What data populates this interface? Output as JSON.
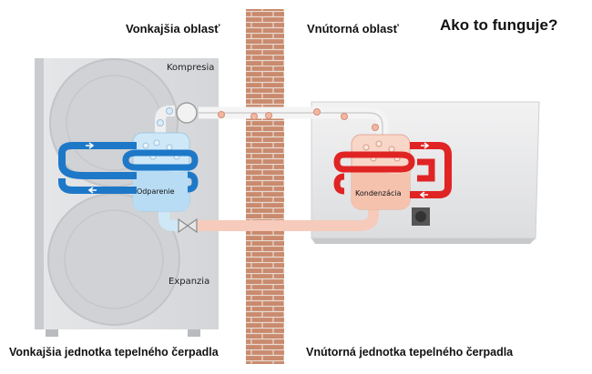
{
  "headings": {
    "outdoor_area": "Vonkajšia oblasť",
    "indoor_area": "Vnútorná oblasť",
    "title": "Ako to funguje?"
  },
  "stages": {
    "compression": "Kompresia",
    "evaporation": "Odparenie",
    "condensation": "Kondenzácia",
    "expansion": "Expanzia"
  },
  "footers": {
    "outdoor_unit": "Vonkajšia jednotka tepelného čerpadla",
    "indoor_unit": "Vnútorná jednotka tepelného čerpadla"
  },
  "colors": {
    "cold_loop": "#1e78c8",
    "hot_loop": "#e02424",
    "brick": "#c9876a",
    "refrigerant_cold": "#bfe3f7",
    "refrigerant_hot": "#f7c7b4"
  }
}
